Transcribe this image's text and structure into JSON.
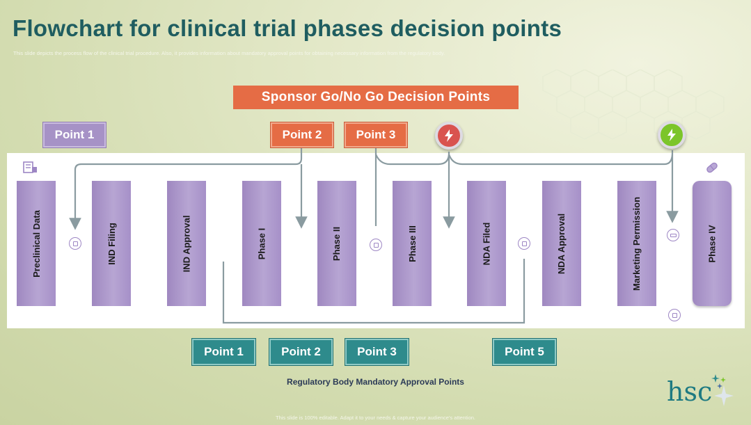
{
  "header": {
    "title": "Flowchart for clinical trial phases decision points",
    "subtitle": "This slide depicts the process flow of the clinical trial procedure. Also, it provides information about mandatory approval points for obtaining necessary information from the regulatory body."
  },
  "sponsor": {
    "banner": "Sponsor Go/No Go Decision Points",
    "points": [
      "Point 1",
      "Point 2",
      "Point 3"
    ]
  },
  "phases": [
    "Preclinical Data",
    "IND Filing",
    "IND Approval",
    "Phase I",
    "Phase II",
    "Phase III",
    "NDA Filed",
    "NDA Approval",
    "Marketing Permission",
    "Phase IV"
  ],
  "regulatory": {
    "points": [
      "Point 1",
      "Point 2",
      "Point 3",
      "Point 5"
    ],
    "caption": "Regulatory Body Mandatory Approval Points"
  },
  "footer": "This slide is 100% editable. Adapt it to your needs & capture your audience's attention.",
  "logo": "hsc",
  "colors": {
    "title": "#1f5d60",
    "sponsor_accent": "#e56c45",
    "sponsor_first_point": "#a692c6",
    "regulatory_accent": "#2e8b8c",
    "phase_fill": "#b7a5d3",
    "no_go_badge": "#d9534f",
    "go_badge": "#7cc52a"
  },
  "icons": {
    "no_go_badge": "lightning-icon",
    "go_badge": "lightning-icon",
    "top_left": "document-icon",
    "top_right": "pill-icon",
    "checkpoints": "document-icon"
  }
}
